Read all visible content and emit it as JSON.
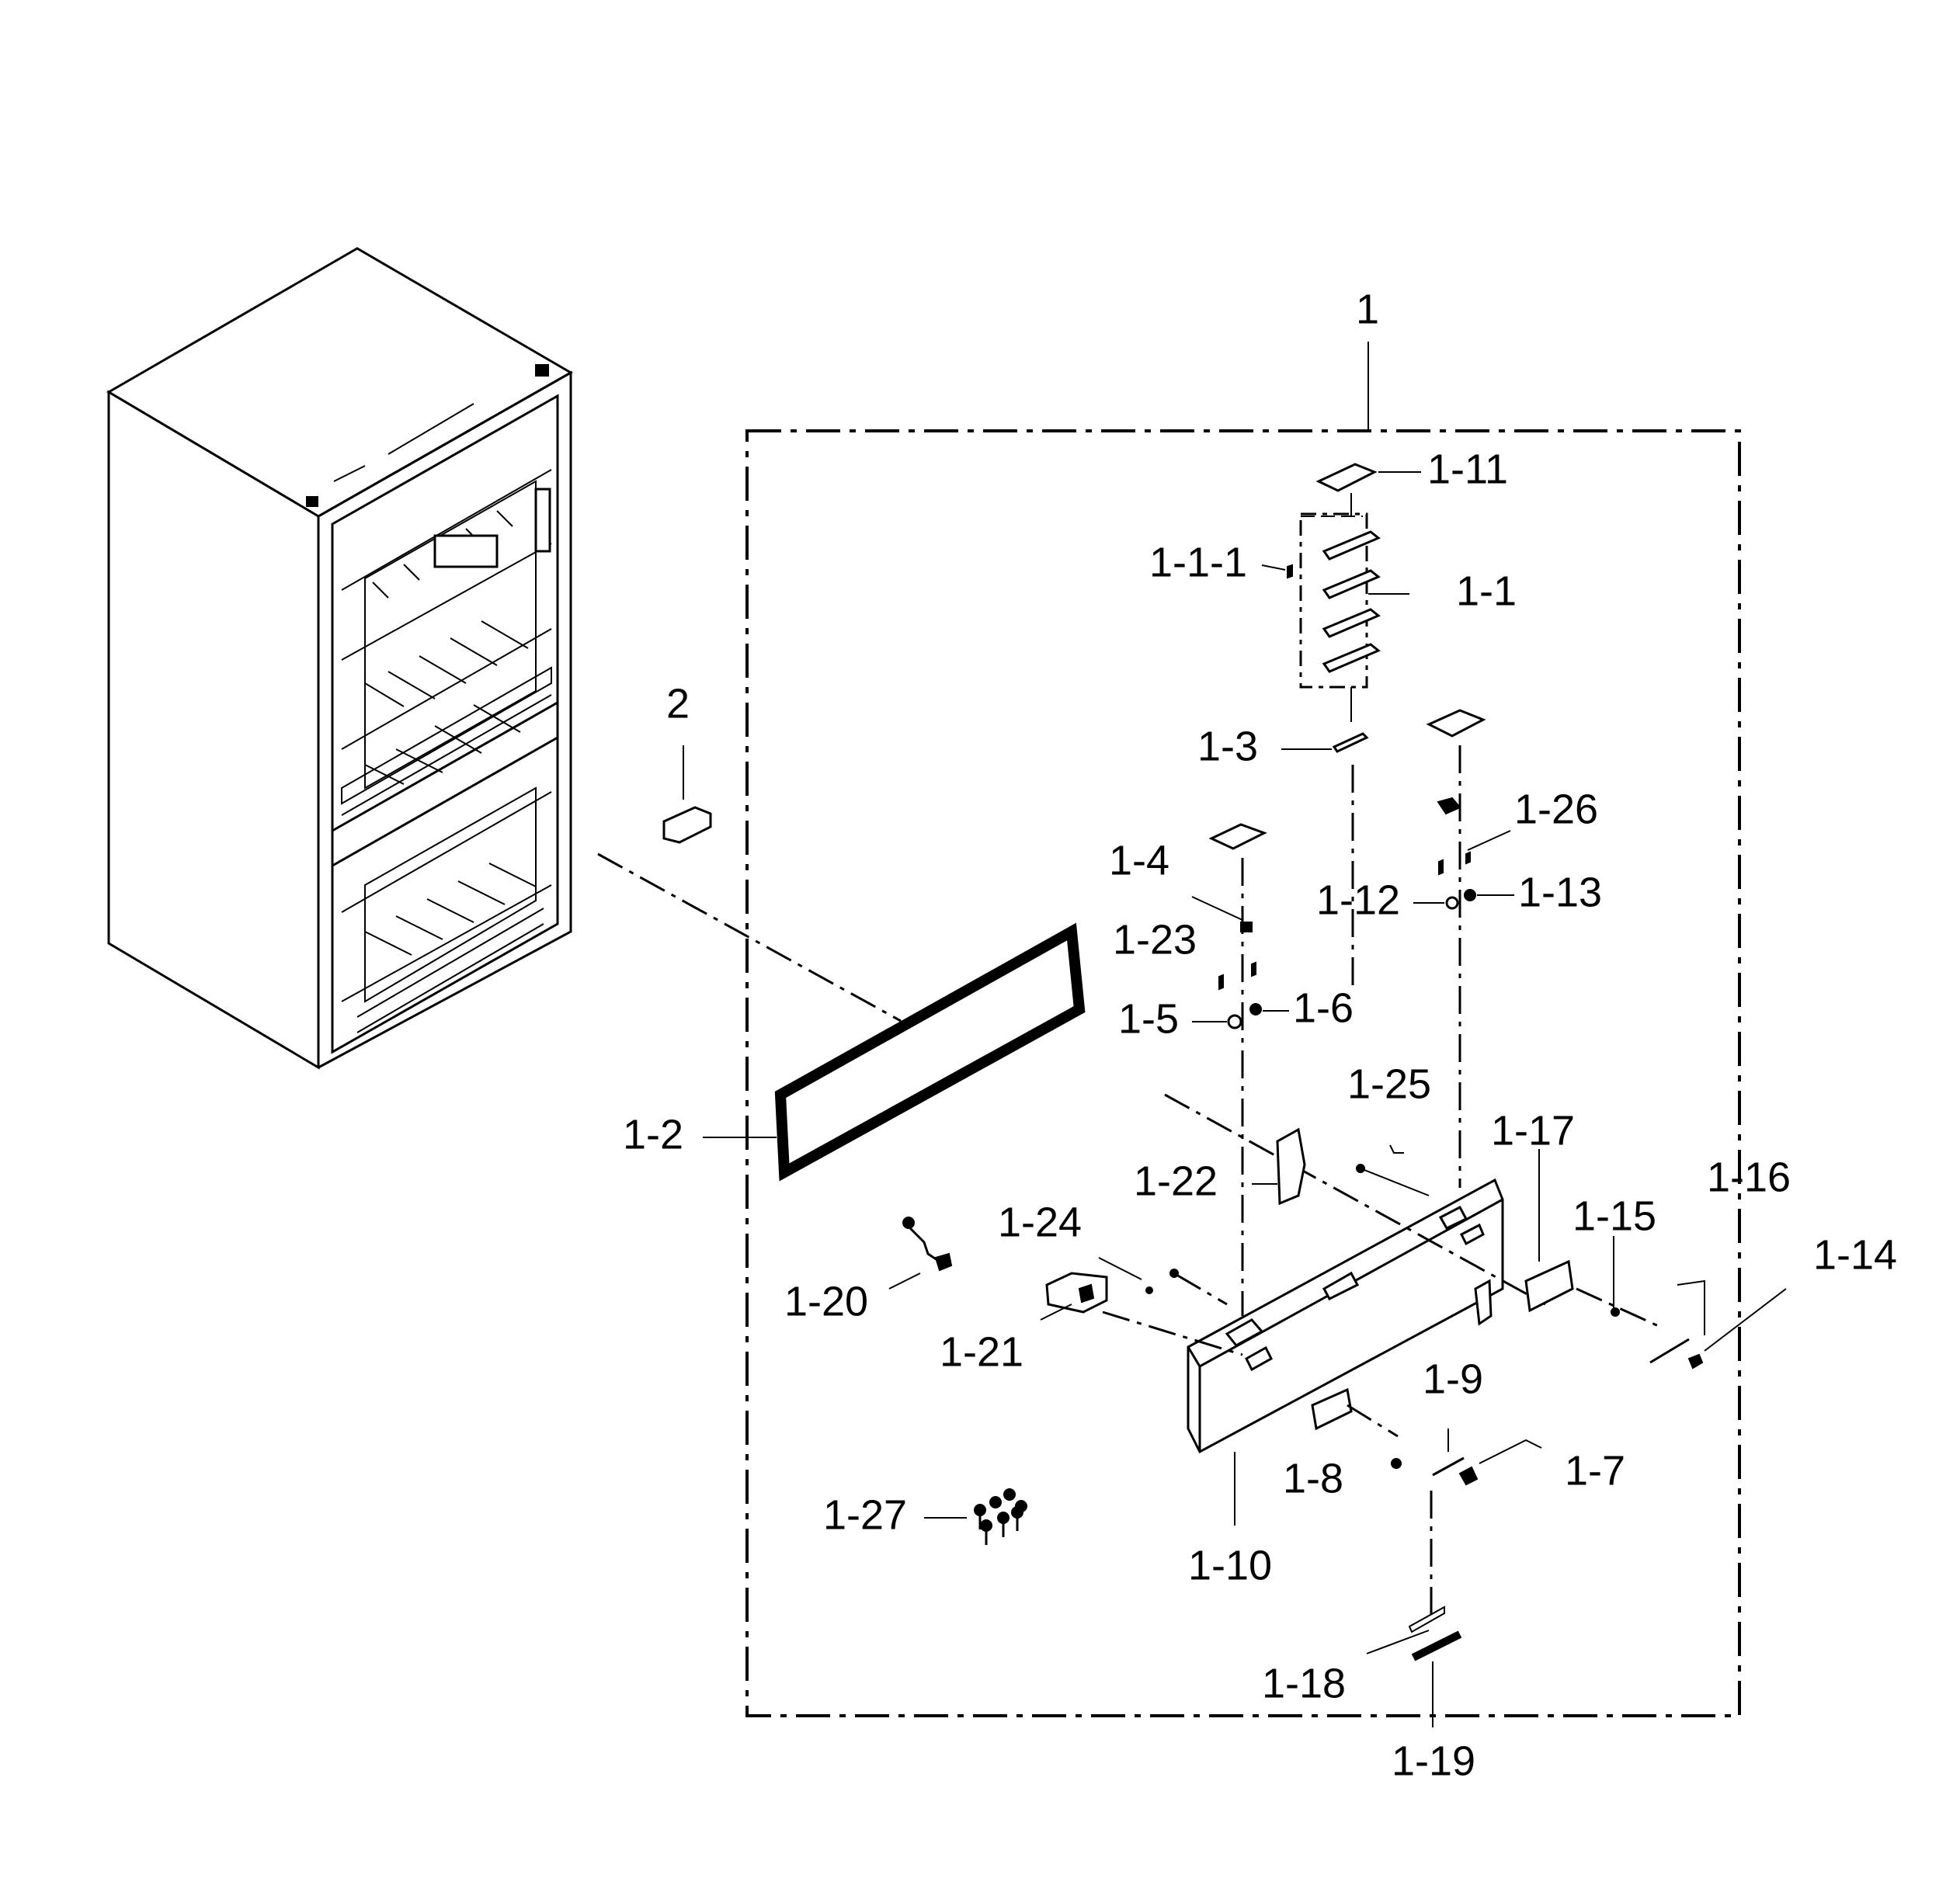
{
  "colors": {
    "ink": "#000000",
    "paper": "#ffffff"
  },
  "callouts": {
    "c1": "1",
    "c2": "2",
    "c1_1": "1-1",
    "c1_1_1": "1-1-1",
    "c1_2": "1-2",
    "c1_3": "1-3",
    "c1_4": "1-4",
    "c1_5": "1-5",
    "c1_6": "1-6",
    "c1_7": "1-7",
    "c1_8": "1-8",
    "c1_9": "1-9",
    "c1_10": "1-10",
    "c1_11": "1-11",
    "c1_12": "1-12",
    "c1_13": "1-13",
    "c1_14": "1-14",
    "c1_15": "1-15",
    "c1_16": "1-16",
    "c1_17": "1-17",
    "c1_18": "1-18",
    "c1_19": "1-19",
    "c1_20": "1-20",
    "c1_21": "1-21",
    "c1_22": "1-22",
    "c1_23": "1-23",
    "c1_24": "1-24",
    "c1_25": "1-25",
    "c1_26": "1-26",
    "c1_27": "1-27"
  }
}
